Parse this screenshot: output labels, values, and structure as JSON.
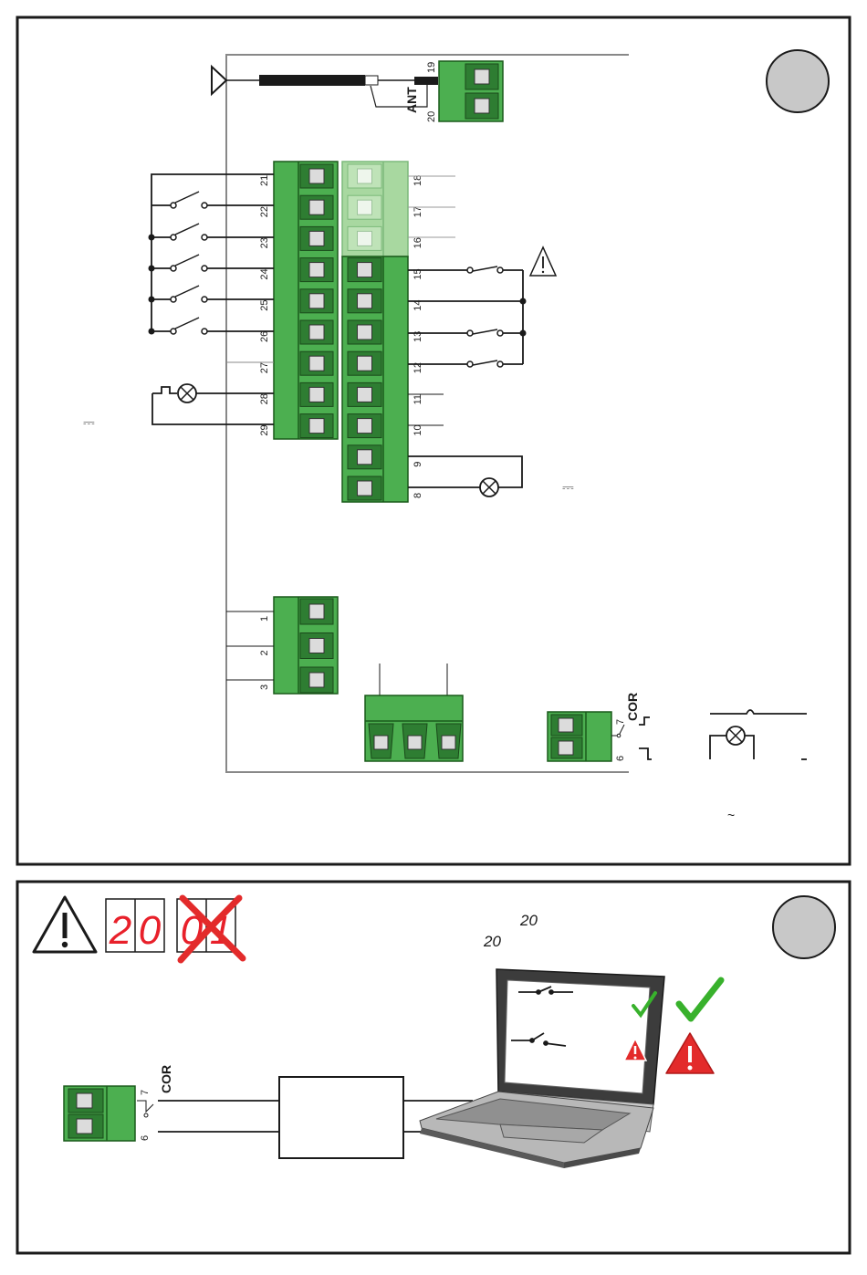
{
  "panel_top": {
    "antenna": {
      "label": "ANT",
      "terminals": [
        "19",
        "20"
      ]
    },
    "left_block_terminals": [
      "21",
      "22",
      "23",
      "24",
      "25",
      "26",
      "27",
      "28",
      "29"
    ],
    "right_block_terminals": [
      "18",
      "17",
      "16",
      "15",
      "14",
      "13",
      "12",
      "11",
      "10",
      "9",
      "8"
    ],
    "bottom_block_terminals": [
      "1",
      "2",
      "3"
    ],
    "cor_block": {
      "label": "COR",
      "terminals": [
        "7",
        "6"
      ]
    },
    "dc_symbol": "⎓",
    "ac_symbol": "~"
  },
  "panel_bottom": {
    "display_main": [
      "2",
      "0"
    ],
    "display_crossed": [
      "0",
      "1"
    ],
    "display_small_1": "20",
    "display_small_2": "20",
    "cor_block": {
      "label": "COR",
      "terminals": [
        "7",
        "6"
      ]
    }
  },
  "colors": {
    "terminal_green": "#4caf50",
    "terminal_green_light": "#a8d8a0",
    "warning_red": "#e32b2b",
    "check_green": "#38b12c",
    "display_red": "#e8202a"
  }
}
